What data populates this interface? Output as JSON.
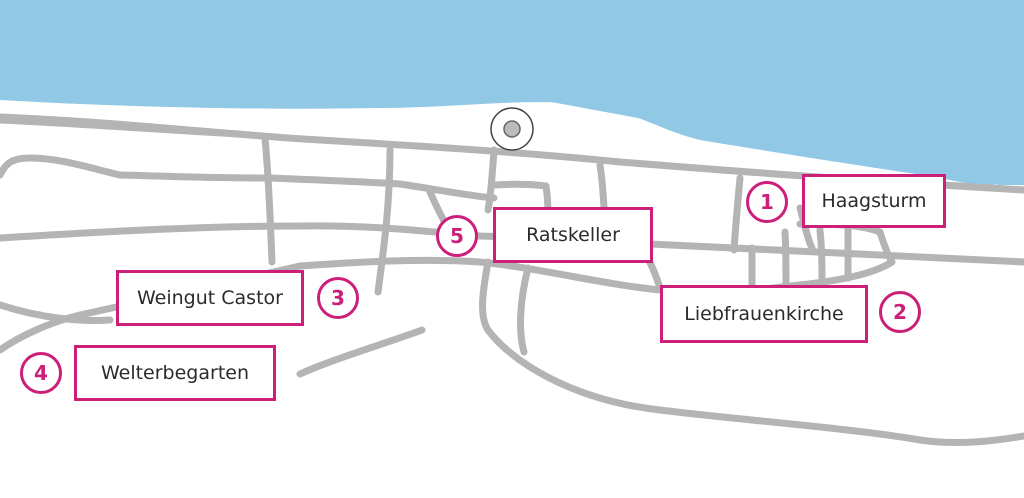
{
  "map": {
    "colors": {
      "water": "#90c8e6",
      "road": "#b4b4b4",
      "accent": "#cc1f7a",
      "text": "#2b2b2b"
    },
    "location_marker": "location-pin-icon",
    "points_of_interest": [
      {
        "number": "1",
        "name": "Haagsturm"
      },
      {
        "number": "2",
        "name": "Liebfrauenkirche"
      },
      {
        "number": "3",
        "name": "Weingut Castor"
      },
      {
        "number": "4",
        "name": "Welterbegarten"
      },
      {
        "number": "5",
        "name": "Ratskeller"
      }
    ]
  }
}
